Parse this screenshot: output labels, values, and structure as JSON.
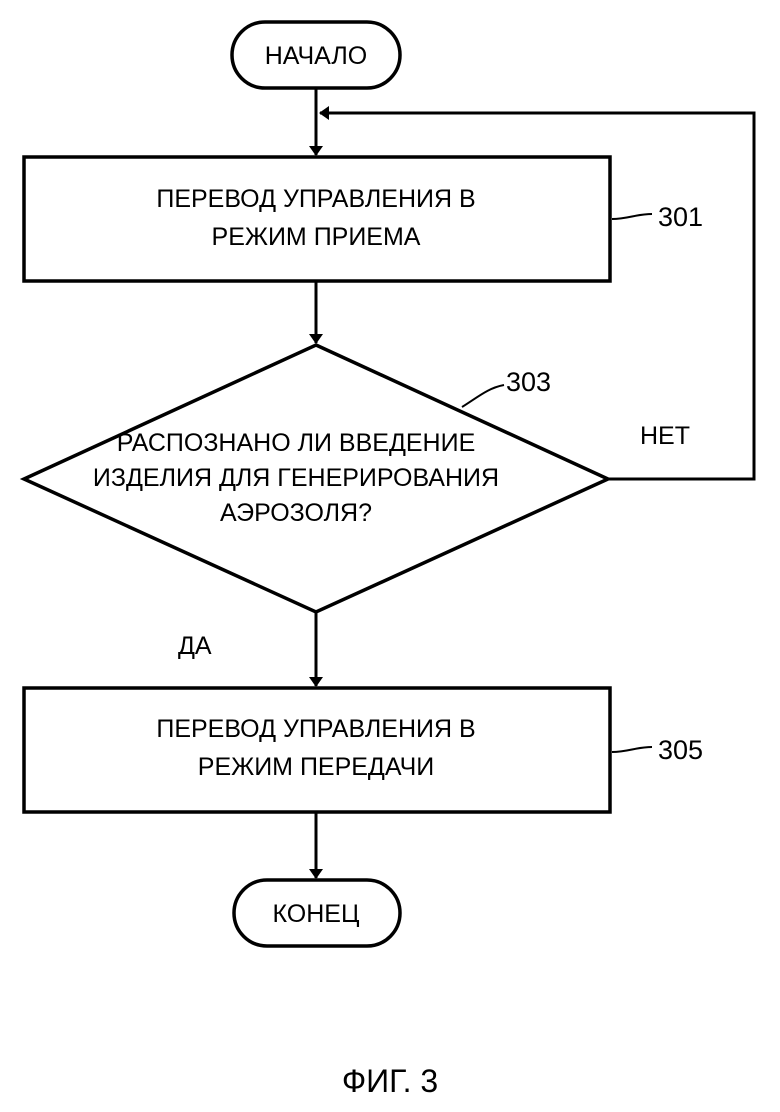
{
  "start": {
    "label": "НАЧАЛО"
  },
  "step_301": {
    "lines": [
      "ПЕРЕВОД УПРАВЛЕНИЯ В",
      "РЕЖИМ ПРИЕМА"
    ],
    "ref": "301"
  },
  "decision_303": {
    "lines": [
      "РАСПОЗНАНО ЛИ ВВЕДЕНИЕ",
      "ИЗДЕЛИЯ ДЛЯ ГЕНЕРИРОВАНИЯ",
      "АЭРОЗОЛЯ?"
    ],
    "ref": "303",
    "no_label": "НЕТ",
    "yes_label": "ДА"
  },
  "step_305": {
    "lines": [
      "ПЕРЕВОД УПРАВЛЕНИЯ В",
      "РЕЖИМ ПЕРЕДАЧИ"
    ],
    "ref": "305"
  },
  "end": {
    "label": "КОНЕЦ"
  },
  "caption": "ФИГ. 3"
}
